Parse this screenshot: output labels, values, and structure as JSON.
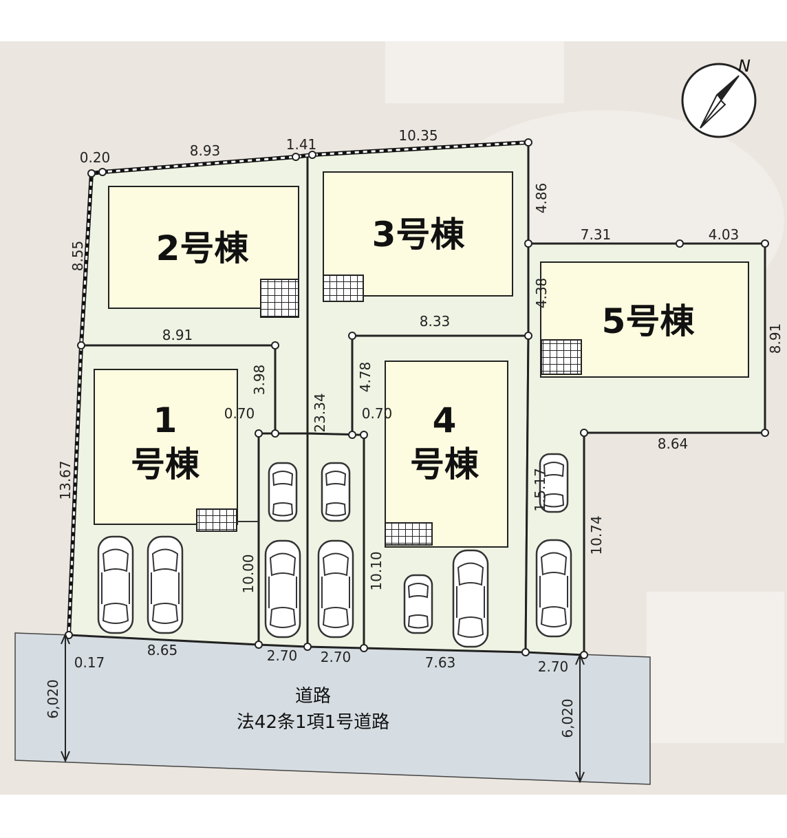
{
  "compass": {
    "label": "N"
  },
  "buildings": {
    "b1": [
      "1",
      "号棟"
    ],
    "b2": "2号棟",
    "b3": "3号棟",
    "b4": [
      "4",
      "号棟"
    ],
    "b5": "5号棟"
  },
  "road": {
    "line1": "道路",
    "line2": "法42条1項1号道路",
    "width_left": "6,020",
    "width_right": "6,020"
  },
  "dimensions": {
    "d_0_20": "0.20",
    "d_8_93": "8.93",
    "d_1_41": "1.41",
    "d_10_35": "10.35",
    "d_8_55": "8.55",
    "d_4_86": "4.86",
    "d_7_31": "7.31",
    "d_4_03": "4.03",
    "d_4_38": "4.38",
    "d_8_91_right": "8.91",
    "d_8_91_top1": "8.91",
    "d_8_33": "8.33",
    "d_3_98": "3.98",
    "d_0_70_a": "0.70",
    "d_23_34": "23.34",
    "d_4_78": "4.78",
    "d_0_70_b": "0.70",
    "d_8_64": "8.64",
    "d_13_67": "13.67",
    "d_10_00": "10.00",
    "d_10_10": "10.10",
    "d_1_5_17": "1.5.17",
    "d_10_74": "10.74",
    "d_0_17": "0.17",
    "d_8_65": "8.65",
    "d_2_70_a": "2.70",
    "d_2_70_b": "2.70",
    "d_7_63": "7.63",
    "d_2_70_c": "2.70"
  }
}
